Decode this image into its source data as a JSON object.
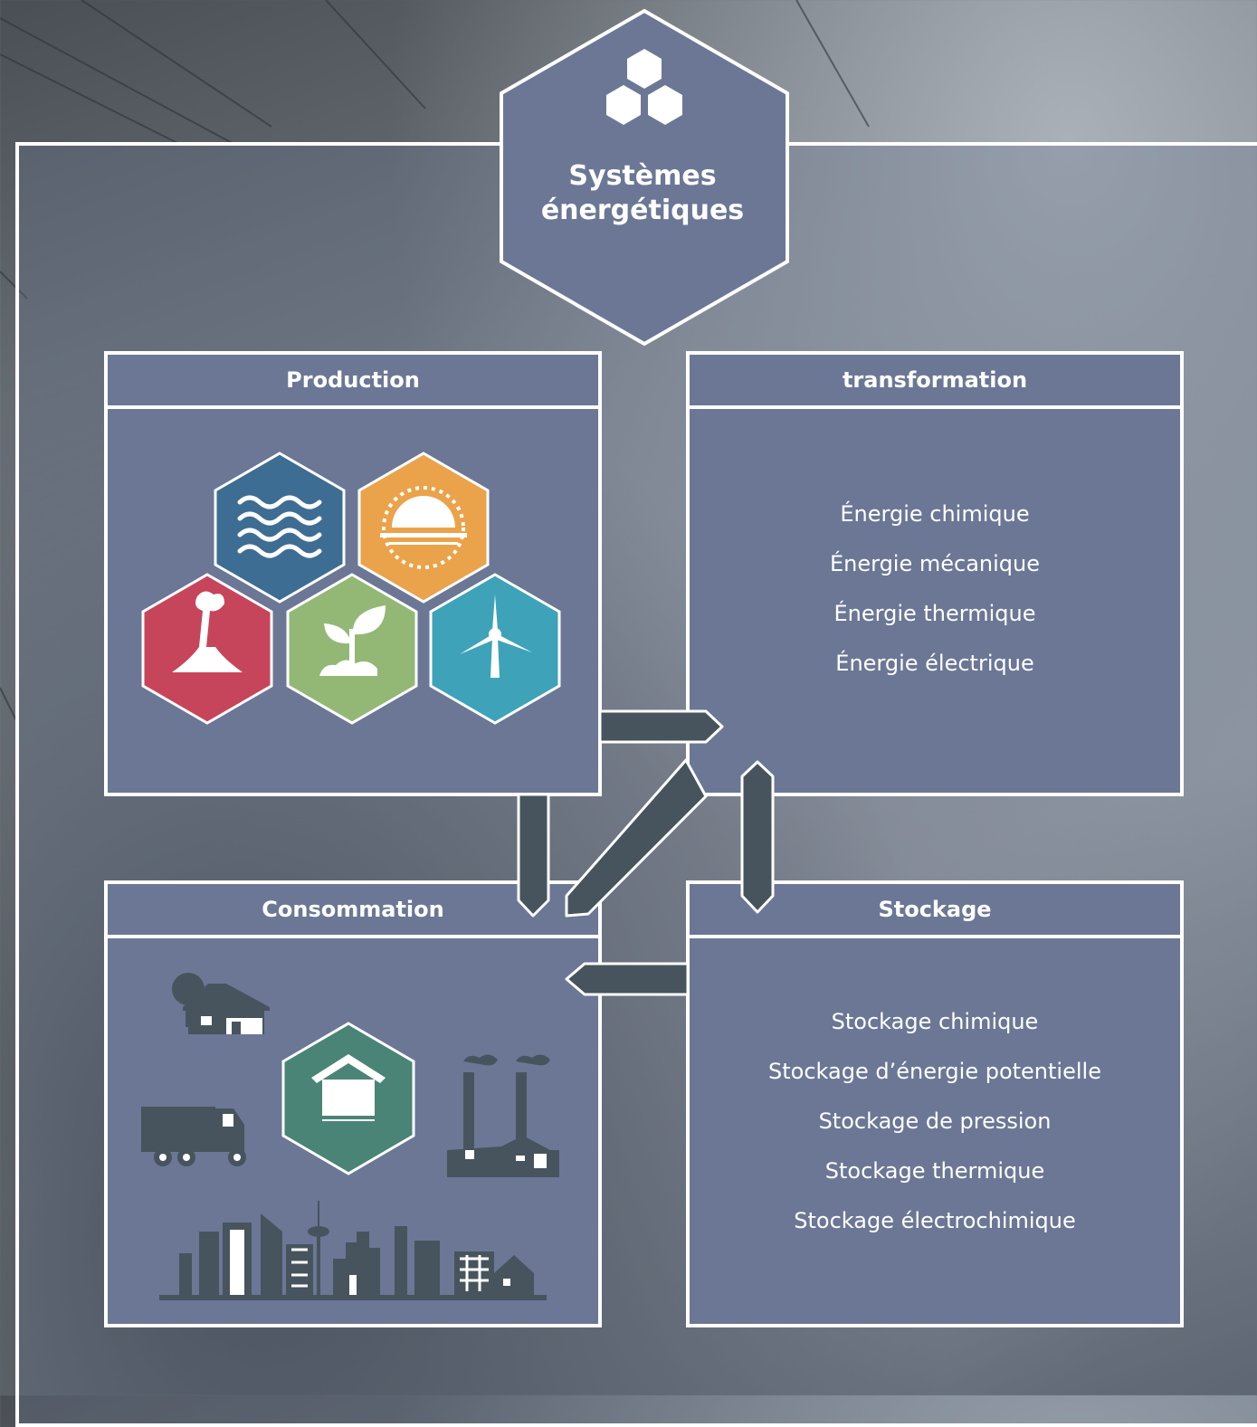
{
  "title": {
    "line1": "Systèmes",
    "line2": "énergétiques"
  },
  "panels": {
    "production": {
      "label": "Production"
    },
    "transformation": {
      "label": "transformation",
      "items": [
        "Énergie chimique",
        "Énergie mécanique",
        "Énergie thermique",
        "Énergie électrique"
      ]
    },
    "consommation": {
      "label": "Consommation"
    },
    "stockage": {
      "label": "Stockage",
      "items": [
        "Stockage chimique",
        "Stockage d’énergie potentielle",
        "Stockage de pression",
        "Stockage thermique",
        "Stockage électrochimique"
      ]
    }
  },
  "icons": {
    "title_hex": "hexagon-cluster-icon",
    "production": [
      "water-waves-icon",
      "sun-icon",
      "volcano-icon",
      "plant-icon",
      "wind-turbine-icon"
    ],
    "consommation": [
      "house-icon",
      "home-hexagon-icon",
      "truck-icon",
      "factory-icon",
      "city-skyline-icon"
    ]
  },
  "colors": {
    "panel": "#6b7795",
    "arrow": "#47545d",
    "water": "#3e6d93",
    "sun": "#eaa34a",
    "volcano": "#c7455a",
    "plant": "#93b876",
    "wind": "#3ea3b8",
    "home": "#4a8476"
  }
}
